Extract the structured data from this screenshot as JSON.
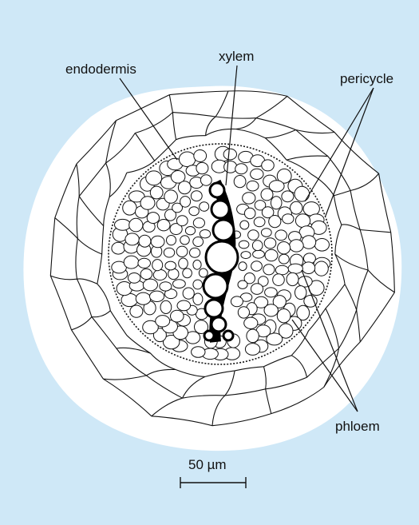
{
  "figure": {
    "background_color": "#cfe8f7",
    "section_fill": "#ffffff",
    "ink_color": "#111111",
    "xylem_color": "#000000"
  },
  "labels": {
    "endodermis": "endodermis",
    "xylem": "xylem",
    "pericycle": "pericycle",
    "phloem": "phloem"
  },
  "scale_bar": {
    "label": "50 µm"
  }
}
